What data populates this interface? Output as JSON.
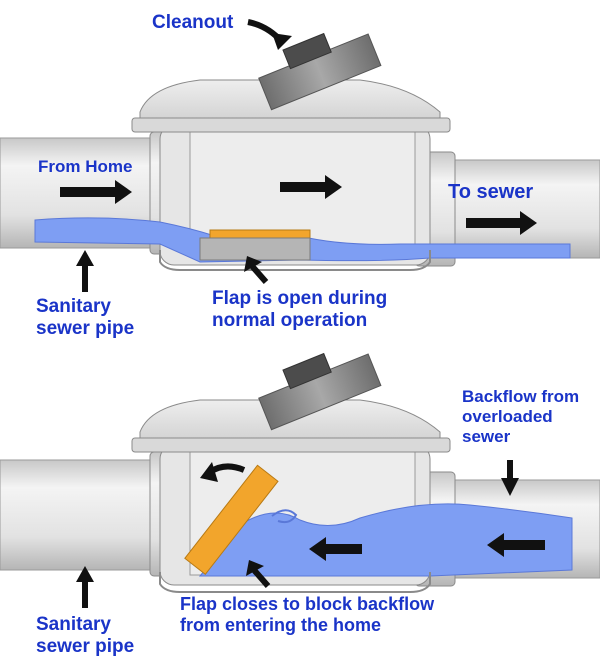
{
  "labels": {
    "cleanout": "Cleanout",
    "from_home": "From Home",
    "to_sewer": "To sewer",
    "sanitary_top_line1": "Sanitary",
    "sanitary_top_line2": "sewer pipe",
    "flap_open_line1": "Flap is open during",
    "flap_open_line2": "normal operation",
    "backflow_line1": "Backflow from",
    "backflow_line2": "overloaded",
    "backflow_line3": "sewer",
    "sanitary_bottom_line1": "Sanitary",
    "sanitary_bottom_line2": "sewer pipe",
    "flap_close_line1": "Flap closes to block backflow",
    "flap_close_line2": "from entering the home"
  },
  "colors": {
    "label_text": "#1a34c8",
    "water": "#7e9ef3",
    "flap": "#f2a52c",
    "pipe_body": "#e4e4e4",
    "pipe_outline": "#8a8a8a",
    "cap": "#8c8c8c",
    "arrow": "#111111"
  }
}
